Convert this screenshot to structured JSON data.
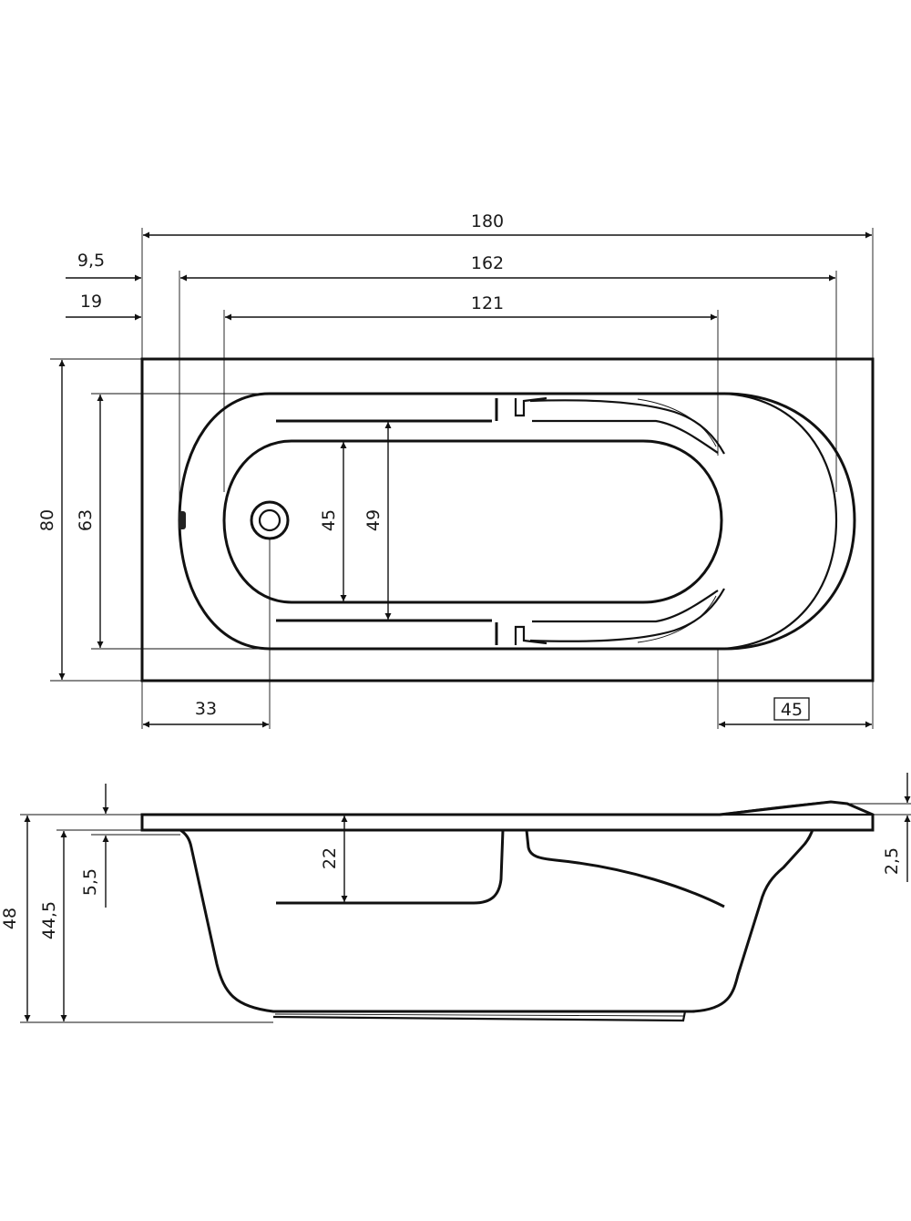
{
  "top_view": {
    "dims": {
      "overall_length": "180",
      "inner_length": "162",
      "bottom_length": "121",
      "rim_offset_1": "9,5",
      "rim_offset_2": "19",
      "overall_width": "80",
      "inner_width": "63",
      "bottom_width": "45",
      "armrest_width": "49",
      "drain_offset": "33",
      "boxed_dim": "45"
    }
  },
  "side_view": {
    "dims": {
      "overall_height": "48",
      "inner_depth": "44,5",
      "rim_offset": "5,5",
      "armrest_depth": "22",
      "rim_thickness": "2,5"
    }
  }
}
